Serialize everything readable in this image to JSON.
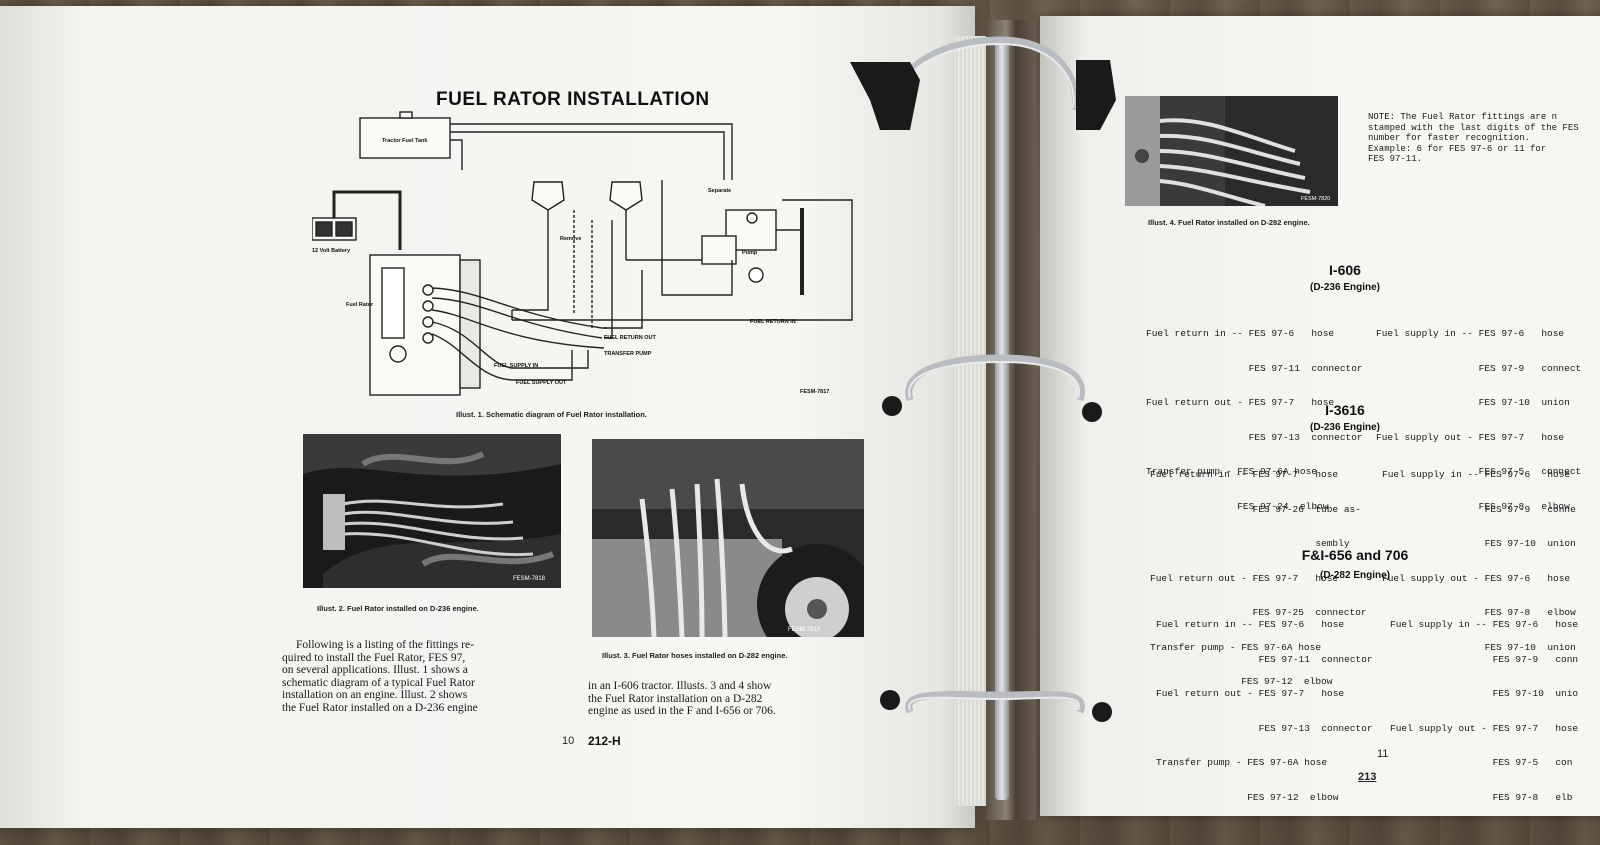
{
  "left_page": {
    "title": "FUEL RATOR INSTALLATION",
    "diagram_labels": {
      "tank": "Tractor Fuel Tank",
      "battery": "12 Volt Battery",
      "remove": "Remove",
      "separate": "Separate",
      "pump": "Pump",
      "fuel_rator": "Fuel Rator",
      "fuel_return_in": "FUEL RETURN IN",
      "fuel_return_out": "FUEL RETURN OUT",
      "transfer_pump": "TRANSFER PUMP",
      "fuel_supply_in": "FUEL SUPPLY IN",
      "fuel_supply_out": "FUEL SUPPLY OUT",
      "fesm_code": "FESM-7817"
    },
    "caption_1": "Illust. 1.  Schematic diagram of Fuel Rator installation.",
    "caption_2": "Illust. 2.  Fuel Rator installed on D-236 engine.",
    "caption_3": "Illust. 3.  Fuel Rator hoses installed on D-282 engine.",
    "photo2_code": "FESM-7818",
    "photo3_code": "FESM-7819",
    "paragraph_col1": [
      "Following is a listing of the fittings re-",
      "quired to install the Fuel Rator, FES 97,",
      "on several applications.  Illust. 1 shows a",
      "schematic diagram of a typical Fuel Rator",
      "installation on an engine.  Illust. 2 shows",
      "the Fuel Rator installed on a D-236 engine"
    ],
    "paragraph_col2": [
      "in an I-606 tractor.  Illusts. 3 and 4 show",
      "the Fuel Rator installation on a D-282",
      "engine as used in the F and I-656 or 706."
    ],
    "page_number": "10",
    "manual_code": "212-H"
  },
  "right_page": {
    "caption_4": "Illust. 4.  Fuel Rator installed on D-282 engine.",
    "photo4_code": "FESM-7820",
    "note_lines": [
      "NOTE:  The Fuel Rator fittings are n",
      "stamped with the last digits of the FES",
      "number for faster recognition.",
      "Example:  6 for FES 97-6 or 11 for",
      "FES 97-11."
    ],
    "sections": [
      {
        "model": "I-606",
        "engine": "(D-236 Engine)",
        "left_lines": [
          "Fuel return in -- FES 97-6   hose",
          "                  FES 97-11  connector",
          "Fuel return out - FES 97-7   hose",
          "                  FES 97-13  connector",
          "Transfer pump - FES 97-6A hose",
          "                FES 97-24  elbow"
        ],
        "right_lines": [
          "Fuel supply in -- FES 97-6   hose",
          "                  FES 97-9   connect",
          "                  FES 97-10  union",
          "Fuel supply out - FES 97-7   hose",
          "                  FES 97-5   connect",
          "                  FES 97-8   elbow"
        ]
      },
      {
        "model": "I-3616",
        "engine": "(D-236 Engine)",
        "left_lines": [
          "Fuel return in -- FES 97-7   hose",
          "                  FES 97-26  tube as-",
          "                             sembly",
          "Fuel return out - FES 97-7   hose",
          "                  FES 97-25  connector",
          "Transfer pump - FES 97-6A hose",
          "                FES 97-12  elbow"
        ],
        "right_lines": [
          "Fuel supply in -- FES 97-6   hose",
          "                  FES 97-9   conne",
          "                  FES 97-10  union",
          "Fuel supply out - FES 97-6   hose",
          "                  FES 97-8   elbow",
          "                  FES 97-10  union"
        ]
      },
      {
        "model": "F&I-656 and 706",
        "engine": "(D-282 Engine)",
        "left_lines": [
          "Fuel return in -- FES 97-6   hose",
          "                  FES 97-11  connector",
          "Fuel return out - FES 97-7   hose",
          "                  FES 97-13  connector",
          "Transfer pump - FES 97-6A hose",
          "                FES 97-12  elbow"
        ],
        "right_lines": [
          "Fuel supply in -- FES 97-6   hose",
          "                  FES 97-9   conn",
          "                  FES 97-10  unio",
          "Fuel supply out - FES 97-7   hose",
          "                  FES 97-5   con",
          "                  FES 97-8   elb"
        ]
      }
    ],
    "page_number": "11",
    "manual_page": "213"
  },
  "colors": {
    "paper": "#f4f4f1",
    "ink": "#111111",
    "wood": "#6d5c4b",
    "ring_metal": "#b9bcc0"
  }
}
